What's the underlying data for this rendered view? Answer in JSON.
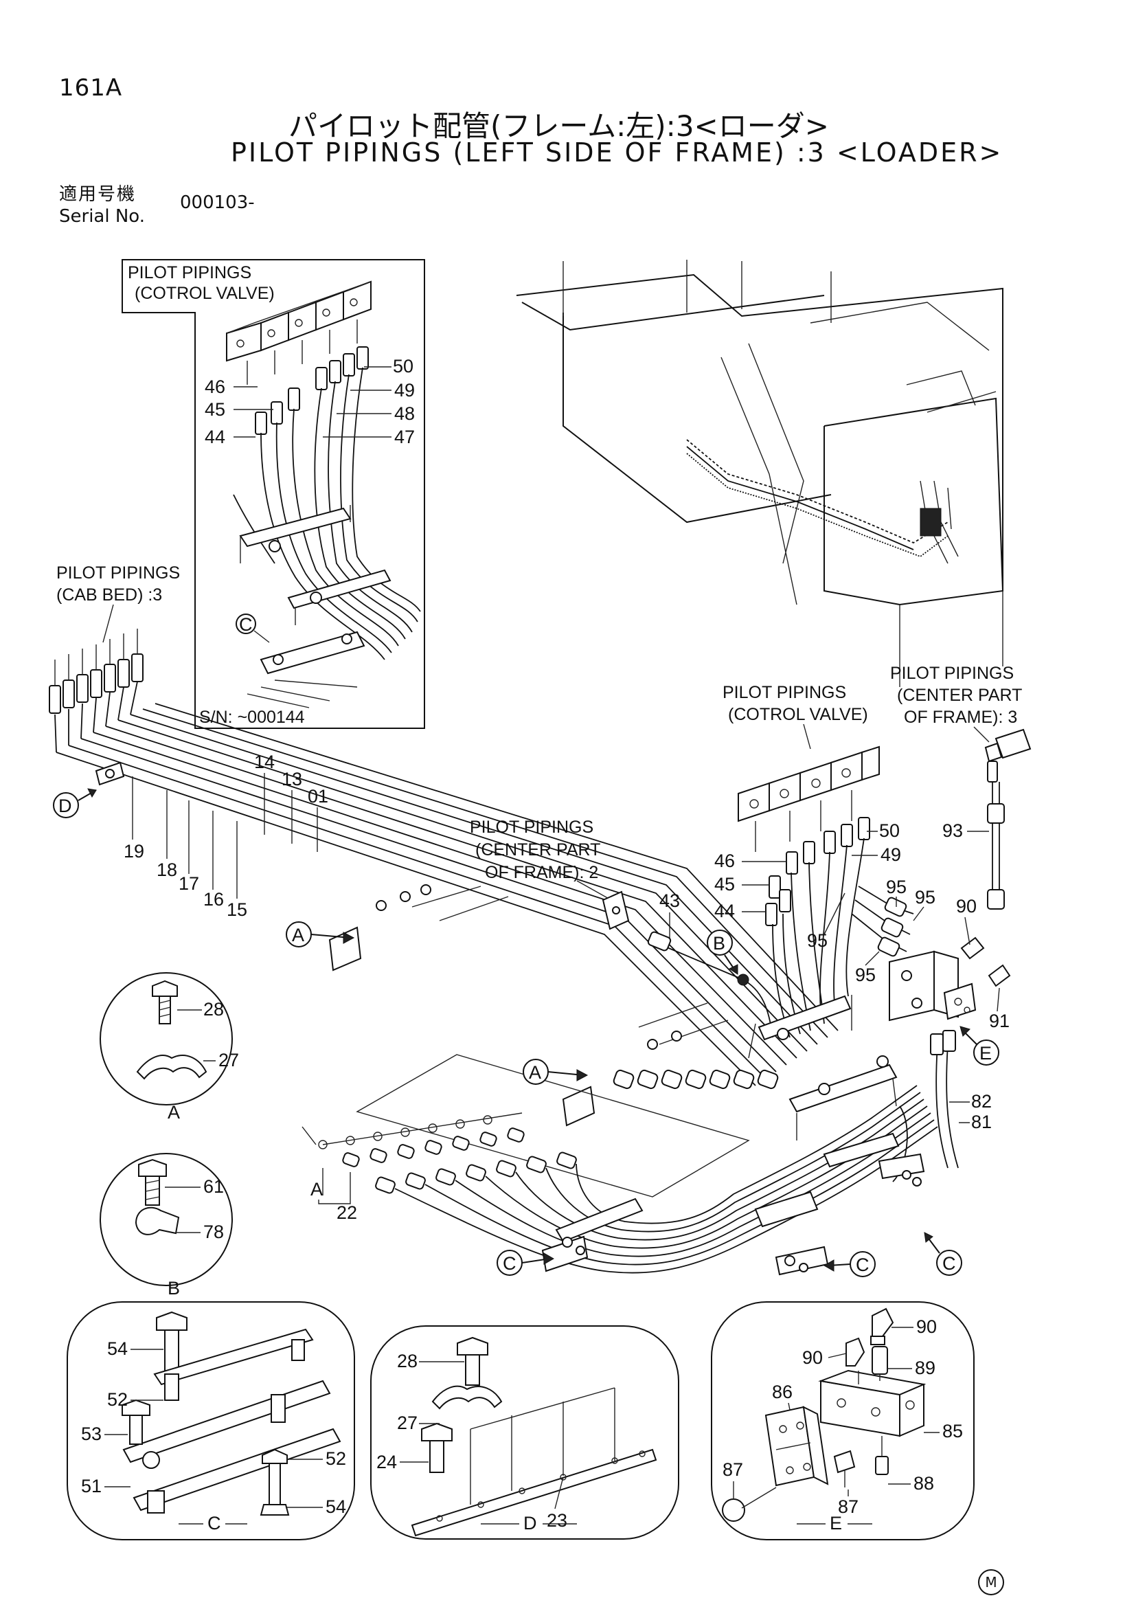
{
  "header": {
    "page_number": "161A",
    "title_jp": "パイロット配管(フレーム:左):3<ローダ>",
    "title_en": "PILOT PIPINGS (LEFT SIDE OF FRAME) :3 <LOADER>",
    "serial_label_jp": "適用号機",
    "serial_label_en": "Serial No.",
    "serial_value": "000103-"
  },
  "inset": {
    "title_line1": "PILOT PIPINGS",
    "title_line2": "(COTROL VALVE)",
    "serial_note": "S/N: ~000144",
    "ref_letter": "C",
    "part_numbers": [
      "50",
      "49",
      "48",
      "47",
      "46",
      "45",
      "44"
    ]
  },
  "callouts": {
    "cab_bed_line1": "PILOT PIPINGS",
    "cab_bed_line2": "(CAB BED) :3",
    "cv_line1": "PILOT PIPINGS",
    "cv_line2": "(COTROL VALVE)",
    "center3_line1": "PILOT PIPINGS",
    "center3_line2": "(CENTER PART",
    "center3_line3": "OF FRAME): 3",
    "center2_line1": "PILOT PIPINGS",
    "center2_line2": "(CENTER PART",
    "center2_line3": "OF FRAME): 2"
  },
  "main_parts": {
    "p14": "14",
    "p13": "13",
    "p01": "01",
    "p19": "19",
    "p18": "18",
    "p17": "17",
    "p16": "16",
    "p15": "15",
    "p43": "43",
    "p50": "50",
    "p49": "49",
    "p46": "46",
    "p45": "45",
    "p44": "44",
    "p93": "93",
    "p95a": "95",
    "p95b": "95",
    "p95c": "95",
    "p95d": "95",
    "p90": "90",
    "p91": "91",
    "p82": "82",
    "p81": "81",
    "p22": "22",
    "pA": "A"
  },
  "ref_markers": {
    "D": "D",
    "A1": "A",
    "A2": "A",
    "B": "B",
    "E": "E",
    "C1": "C",
    "C2": "C",
    "C3": "C"
  },
  "detail_a": {
    "label": "A",
    "parts": [
      "28",
      "27"
    ]
  },
  "detail_b": {
    "label": "B",
    "parts": [
      "61",
      "78"
    ]
  },
  "detail_c": {
    "label": "C",
    "parts": [
      "54",
      "52",
      "53",
      "51",
      "52",
      "54"
    ]
  },
  "detail_d": {
    "label": "D",
    "parts": [
      "28",
      "27",
      "24",
      "23"
    ]
  },
  "detail_e": {
    "label": "E",
    "parts": [
      "90",
      "90",
      "89",
      "86",
      "85",
      "87",
      "87",
      "88"
    ]
  },
  "footer_mark": "M"
}
